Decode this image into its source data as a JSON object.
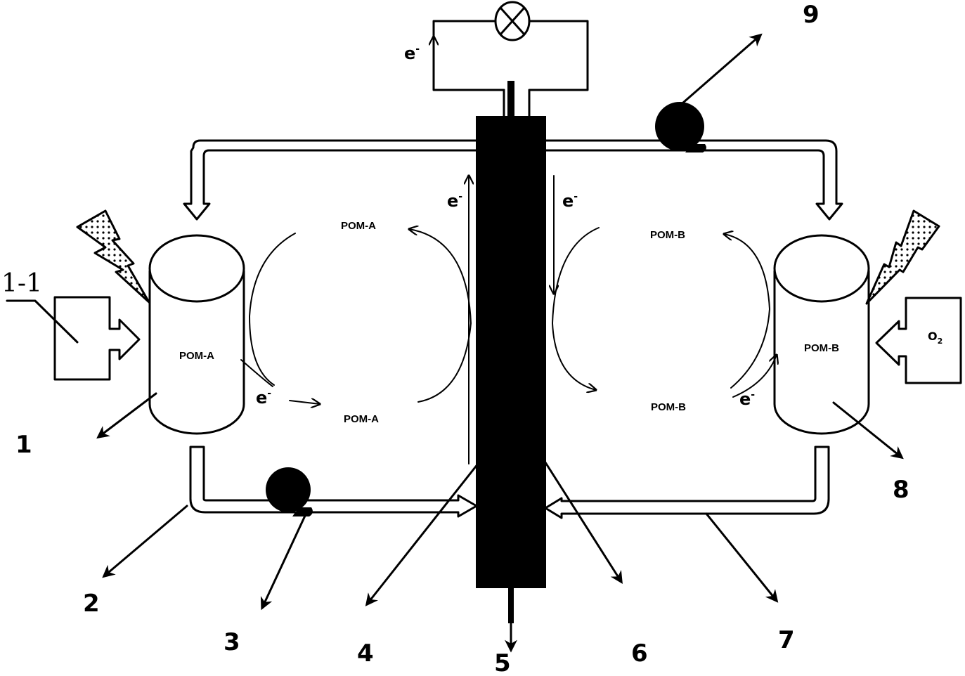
{
  "diagram": {
    "type": "polyoxometalate fuel cell schematic",
    "external_circuit": {
      "load_icon": "lamp-icon",
      "electron_label": "e",
      "electron_charge": "-"
    },
    "left_side": {
      "tank_label": "POM-A",
      "cycle_top_label": "POM-A",
      "cycle_bottom_label": "POM-A",
      "electron_label": "e",
      "electron_charge": "-",
      "electrode_electron_label": "e",
      "feed_box_label": "",
      "feed_box_callout": "1-1",
      "light_icon": "lightning-icon"
    },
    "right_side": {
      "tank_label": "POM-B",
      "cycle_top_label": "POM-B",
      "cycle_bottom_label": "POM-B",
      "electron_label": "e",
      "electron_charge": "-",
      "electrode_electron_label": "e",
      "feed_box_label": "O",
      "feed_box_subscript": "2",
      "light_icon": "lightning-icon"
    },
    "callouts": [
      "1",
      "2",
      "3",
      "4",
      "5",
      "6",
      "7",
      "8",
      "9"
    ]
  }
}
